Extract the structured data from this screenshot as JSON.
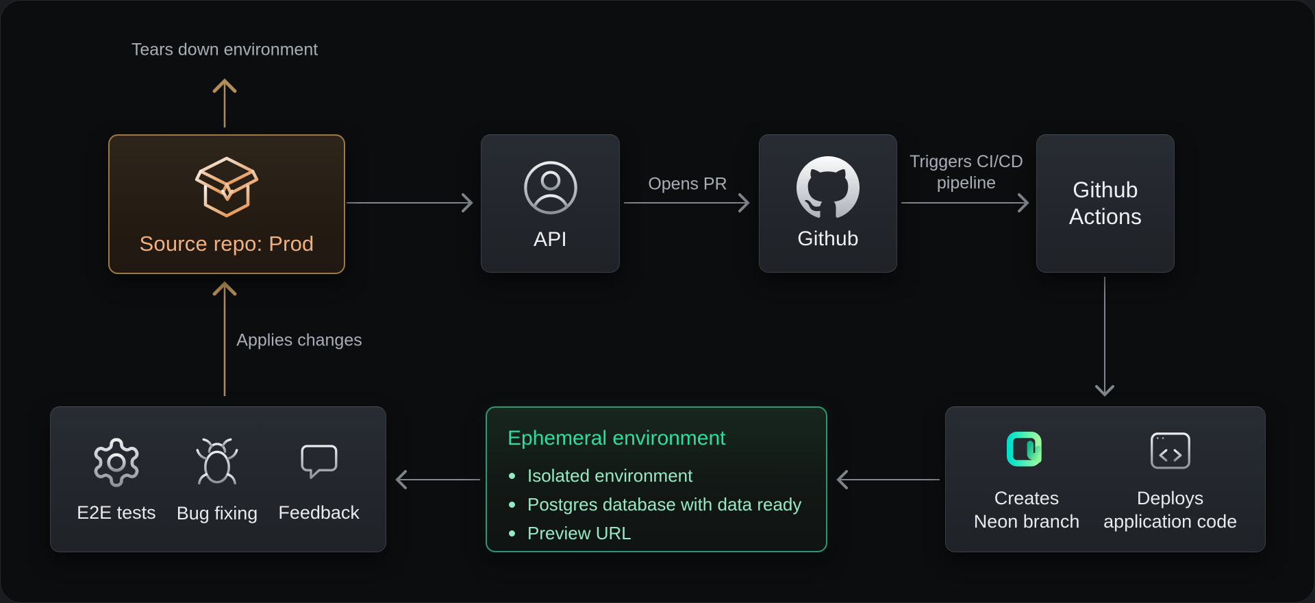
{
  "edge_labels": {
    "tears_down": "Tears down environment",
    "applies_changes": "Applies changes",
    "opens_pr": "Opens PR",
    "triggers": {
      "lines": [
        "Triggers CI/CD",
        "pipeline"
      ]
    }
  },
  "nodes": {
    "source_repo": {
      "label": "Source repo: Prod",
      "icon": "package-open-icon"
    },
    "api": {
      "label": "API",
      "icon": "user-icon"
    },
    "github": {
      "label": "Github",
      "icon": "github-icon"
    },
    "github_actions": {
      "lines": [
        "Github",
        "Actions"
      ]
    },
    "creates_neon_branch": {
      "lines": [
        "Creates",
        "Neon branch"
      ],
      "icon": "neon-logo-icon"
    },
    "deploys_application_code": {
      "lines": [
        "Deploys",
        "application code"
      ],
      "icon": "browser-code-icon"
    },
    "e2e_tests": {
      "label": "E2E tests",
      "icon": "gear-icon"
    },
    "bug_fixing": {
      "label": "Bug fixing",
      "icon": "bug-icon"
    },
    "feedback": {
      "label": "Feedback",
      "icon": "chat-bubble-icon"
    }
  },
  "ephemeral": {
    "title": "Ephemeral environment",
    "bullets": [
      "Isolated environment",
      "Postgres database with data ready",
      "Preview URL"
    ]
  },
  "colors": {
    "canvas_bg": "#0c0d0f",
    "slate_box_border": "#3a3e46",
    "amber_accent": "#b28d58",
    "amber_text": "#f1b07c",
    "green_border": "#2f9873",
    "green_title": "#2edda0",
    "green_bullets": "#96e9c5",
    "gray_arrow": "#82868e",
    "gray_label": "#a9aeb6",
    "neon_gradient": [
      "#00e1cb",
      "#9ff99e"
    ]
  }
}
